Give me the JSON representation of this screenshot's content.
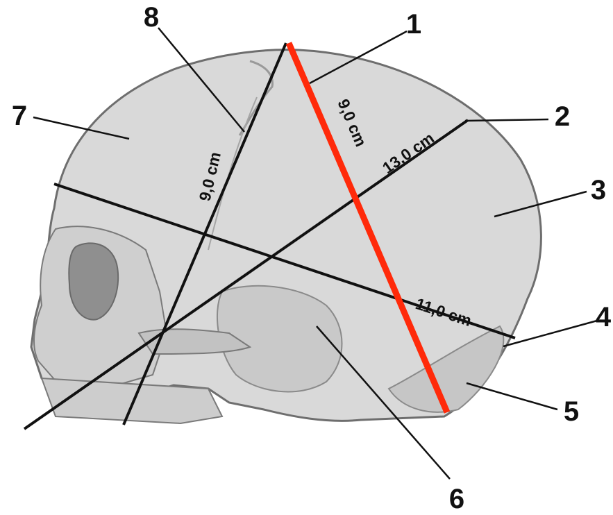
{
  "diagram": {
    "colors": {
      "bone_fill": "#d9d9d9",
      "bone_shade": "#b3b3b3",
      "outline": "#6e6e6e",
      "line": "#111111",
      "highlight": "#ff2a0a"
    },
    "labels": {
      "n1": "1",
      "n2": "2",
      "n3": "3",
      "n4": "4",
      "n5": "5",
      "n6": "6",
      "n7": "7",
      "n8": "8"
    },
    "measurements": {
      "small_oblique": "9,0 cm",
      "vertical": "9,0 cm",
      "large_oblique": "13,0 cm",
      "fronto_occipital": "11,0 cm"
    }
  }
}
